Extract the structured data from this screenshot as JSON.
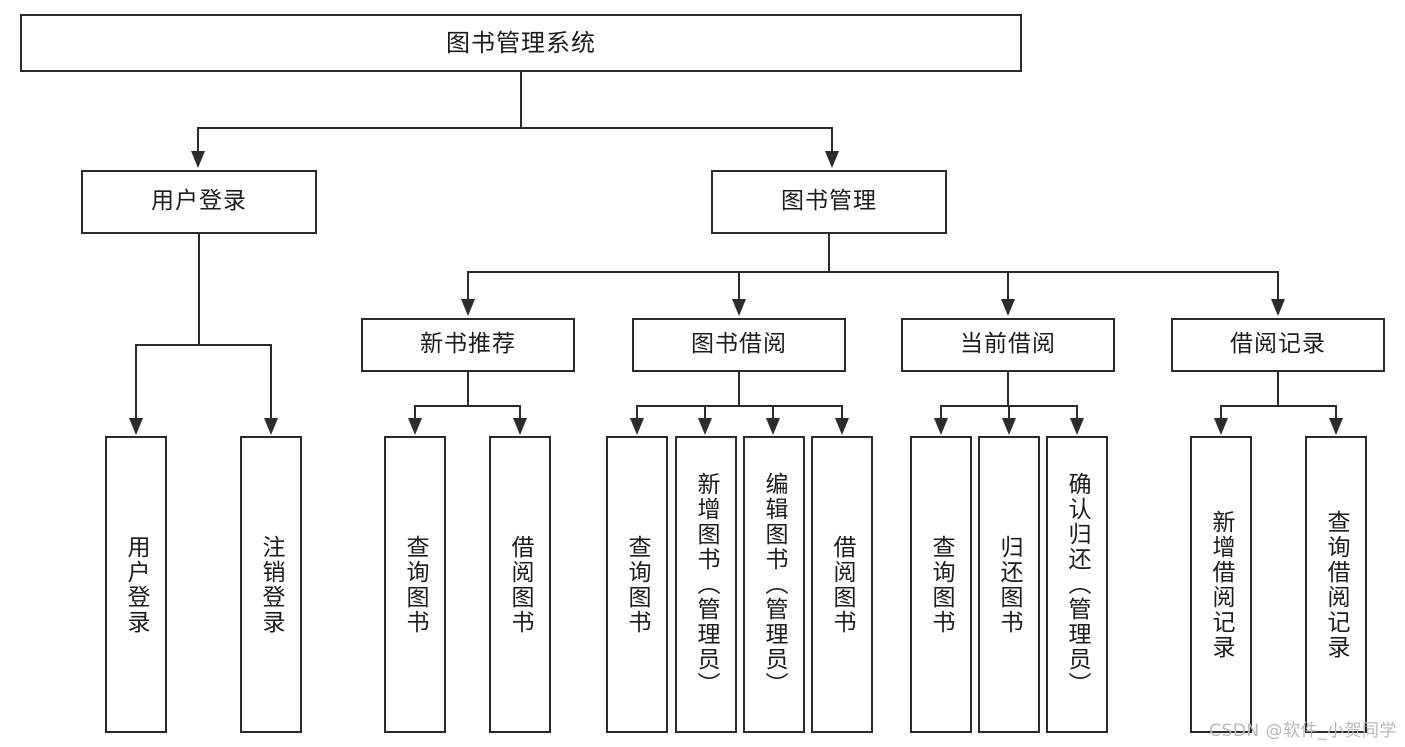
{
  "diagram": {
    "title": "图书管理系统",
    "root": {
      "label": "图书管理系统"
    },
    "level2": [
      {
        "label": "用户登录"
      },
      {
        "label": "图书管理"
      }
    ],
    "level3": [
      {
        "label": "新书推荐"
      },
      {
        "label": "图书借阅"
      },
      {
        "label": "当前借阅"
      },
      {
        "label": "借阅记录"
      }
    ],
    "leaves": {
      "user_login": [
        {
          "label": "用户登录"
        },
        {
          "label": "注销登录"
        }
      ],
      "new_book_recommend": [
        {
          "label": "查询图书"
        },
        {
          "label": "借阅图书"
        }
      ],
      "book_borrow": [
        {
          "label": "查询图书"
        },
        {
          "label": "新增图书（管理员）"
        },
        {
          "label": "编辑图书（管理员）"
        },
        {
          "label": "借阅图书"
        }
      ],
      "current_borrow": [
        {
          "label": "查询图书"
        },
        {
          "label": "归还图书"
        },
        {
          "label": "确认归还（管理员）"
        }
      ],
      "borrow_records": [
        {
          "label": "新增借阅记录"
        },
        {
          "label": "查询借阅记录"
        }
      ]
    }
  },
  "watermark": {
    "text": "CSDN @软件_小贺同学"
  },
  "colors": {
    "stroke": "#2b2b2b",
    "background": "#ffffff",
    "text": "#1c1c1c",
    "watermark": "#b9b9b9"
  }
}
